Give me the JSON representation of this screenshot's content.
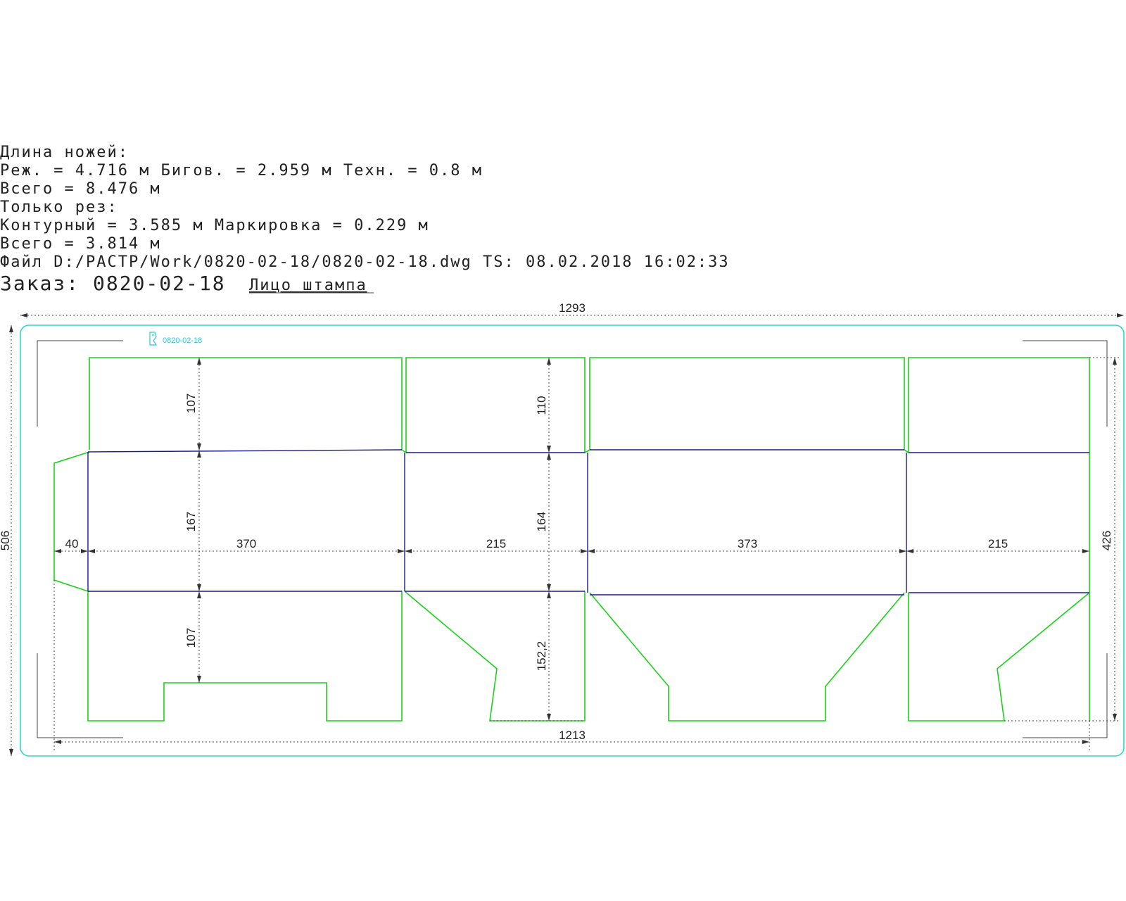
{
  "header": {
    "line1": "Длина ножей:",
    "line2": "Реж.   = 4.716 м Бигов. = 2.959 м Техн. = 0.8 м",
    "line3": "Всего  = 8.476 м",
    "line4": "Только рез:",
    "line5": "Контурный  = 3.585 м Маркировка  = 0.229 м",
    "line6": "Всего  = 3.814 м",
    "line7": "Файл D:/РАСТР/Work/0820-02-18/0820-02-18.dwg TS: 08.02.2018 16:02:33",
    "order_label": "Заказ: 0820-02-18",
    "face_label": "Лицо штампа"
  },
  "stamp": {
    "text": "0820-02-18"
  },
  "dimensions": {
    "overall_width": "1293",
    "overall_height": "506",
    "inner_width": "1213",
    "right_height": "426",
    "tab_width": "40",
    "panel1_width": "370",
    "panel2_width": "215",
    "panel3_width": "373",
    "panel4_width": "215",
    "top_flap1": "107",
    "top_flap2": "110",
    "body1": "167",
    "body2": "164",
    "bottom_flap1": "107",
    "bottom_flap2": "152,2"
  },
  "colors": {
    "cut_line": "#19d219",
    "crease_line": "#1a1a8c",
    "border": "#33d6c9",
    "stamp_logo": "#33c6d6"
  }
}
